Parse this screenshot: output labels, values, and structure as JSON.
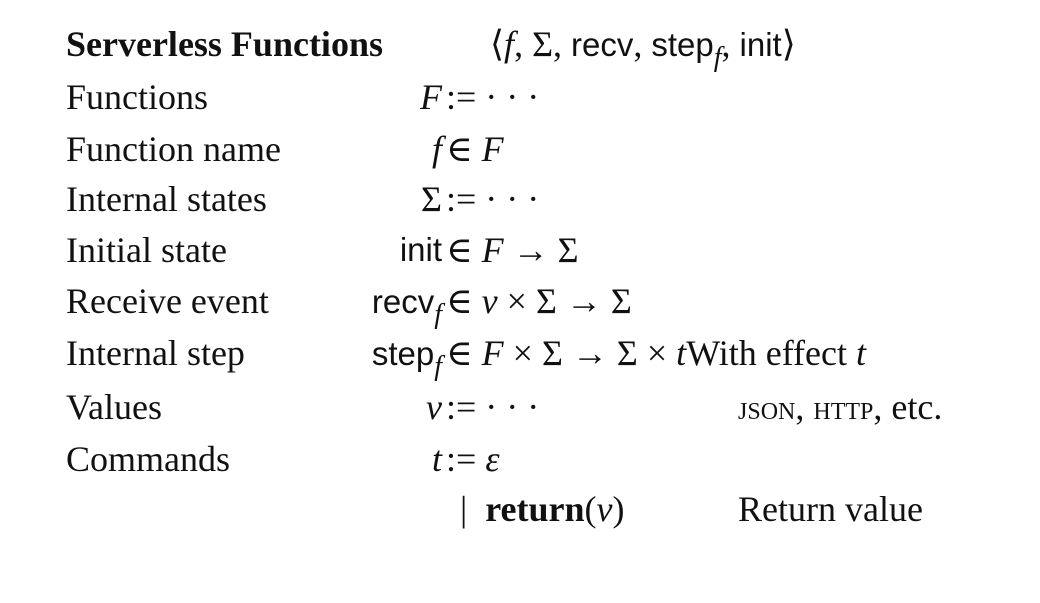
{
  "header": {
    "title": "Serverless Functions",
    "signature_open": "⟨",
    "signature_f": "f",
    "signature_rest1": ", Σ, ",
    "signature_recv": "recv",
    "signature_comma": ", ",
    "signature_step": "step",
    "signature_sub": "f",
    "signature_rest2": ", ",
    "signature_init": "init",
    "signature_close": "⟩"
  },
  "rows": [
    {
      "label": "Functions",
      "lhs": "F",
      "rhs": ":= · · ·",
      "note": ""
    },
    {
      "label": "Function name",
      "lhs": "f",
      "rhs": "∈ F",
      "note": ""
    },
    {
      "label": "Internal states",
      "lhs": "Σ",
      "rhs": ":= · · ·",
      "note": ""
    },
    {
      "label": "Initial state",
      "lhs": "init",
      "rhs": "∈ F → Σ",
      "note": ""
    },
    {
      "label": "Receive event",
      "lhs": "recv",
      "lhs_sub": "f",
      "rhs": "∈ v × Σ → Σ",
      "note": ""
    },
    {
      "label": "Internal step",
      "lhs": "step",
      "lhs_sub": "f",
      "rhs": "∈ F × Σ → Σ × t",
      "note": "With effect t"
    },
    {
      "label": "Values",
      "lhs": "v",
      "rhs": ":= · · ·",
      "note": "JSON, HTTP, etc."
    },
    {
      "label": "Commands",
      "lhs": "t",
      "rhs": ":= ε",
      "note": ""
    },
    {
      "label": "",
      "lhs": "",
      "rhs_bar": "|",
      "rhs_kw": "return",
      "rhs_args": "(v)",
      "note": "Return value"
    }
  ]
}
